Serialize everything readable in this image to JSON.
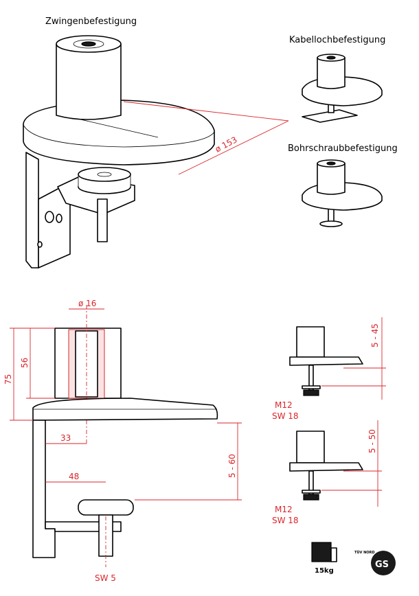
{
  "labels": {
    "clamp_mount": "Zwingenbefestigung",
    "cable_hole_mount": "Kabellochbefestigung",
    "bolt_mount": "Bohrschraubbefestigung"
  },
  "dimensions": {
    "diameter_plate": "ø 153",
    "diameter_pole": "ø 16",
    "height_total": "75",
    "height_pole": "56",
    "offset_33": "33",
    "clamp_range": "5 - 60",
    "depth_48": "48",
    "sw5": "SW 5",
    "cable_range": "5 - 45",
    "bolt_range": "5 - 50",
    "thread_1": "M12",
    "wrench_1": "SW 18",
    "thread_2": "M12",
    "wrench_2": "SW 18"
  },
  "badges": {
    "load": "15kg",
    "tuv": "TÜV NORD",
    "gs": "GS"
  },
  "colors": {
    "ink": "#000000",
    "dimension": "#d9262b",
    "background": "#ffffff"
  }
}
